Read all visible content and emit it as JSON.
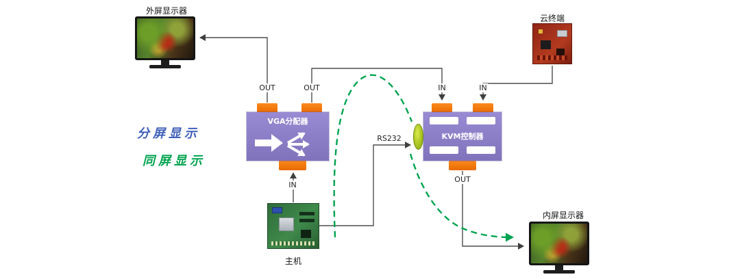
{
  "legend": {
    "split_screen": "分屏显示",
    "same_screen": "同屏显示"
  },
  "devices": {
    "external_monitor": {
      "label": "外屏显示器"
    },
    "cloud_terminal": {
      "label": "云终端"
    },
    "host": {
      "label": "主机"
    },
    "internal_monitor": {
      "label": "内屏显示器"
    }
  },
  "vga_splitter": {
    "title": "VGA分配器",
    "port_out_left": "OUT",
    "port_out_right": "OUT",
    "port_in": "IN"
  },
  "kvm_controller": {
    "title": "KVM控制器",
    "port_in_left": "IN",
    "port_in_right": "IN",
    "port_out": "OUT"
  },
  "link_labels": {
    "rs232": "RS232"
  },
  "colors": {
    "device_box_purple": "#8B7DC8",
    "port_tab_orange": "#F07100",
    "split_screen_text_blue": "#3E5EB8",
    "same_screen_green": "#00A34F",
    "wire_gray": "#4D4D4D",
    "kvm_connector_green": "#A9C421"
  }
}
